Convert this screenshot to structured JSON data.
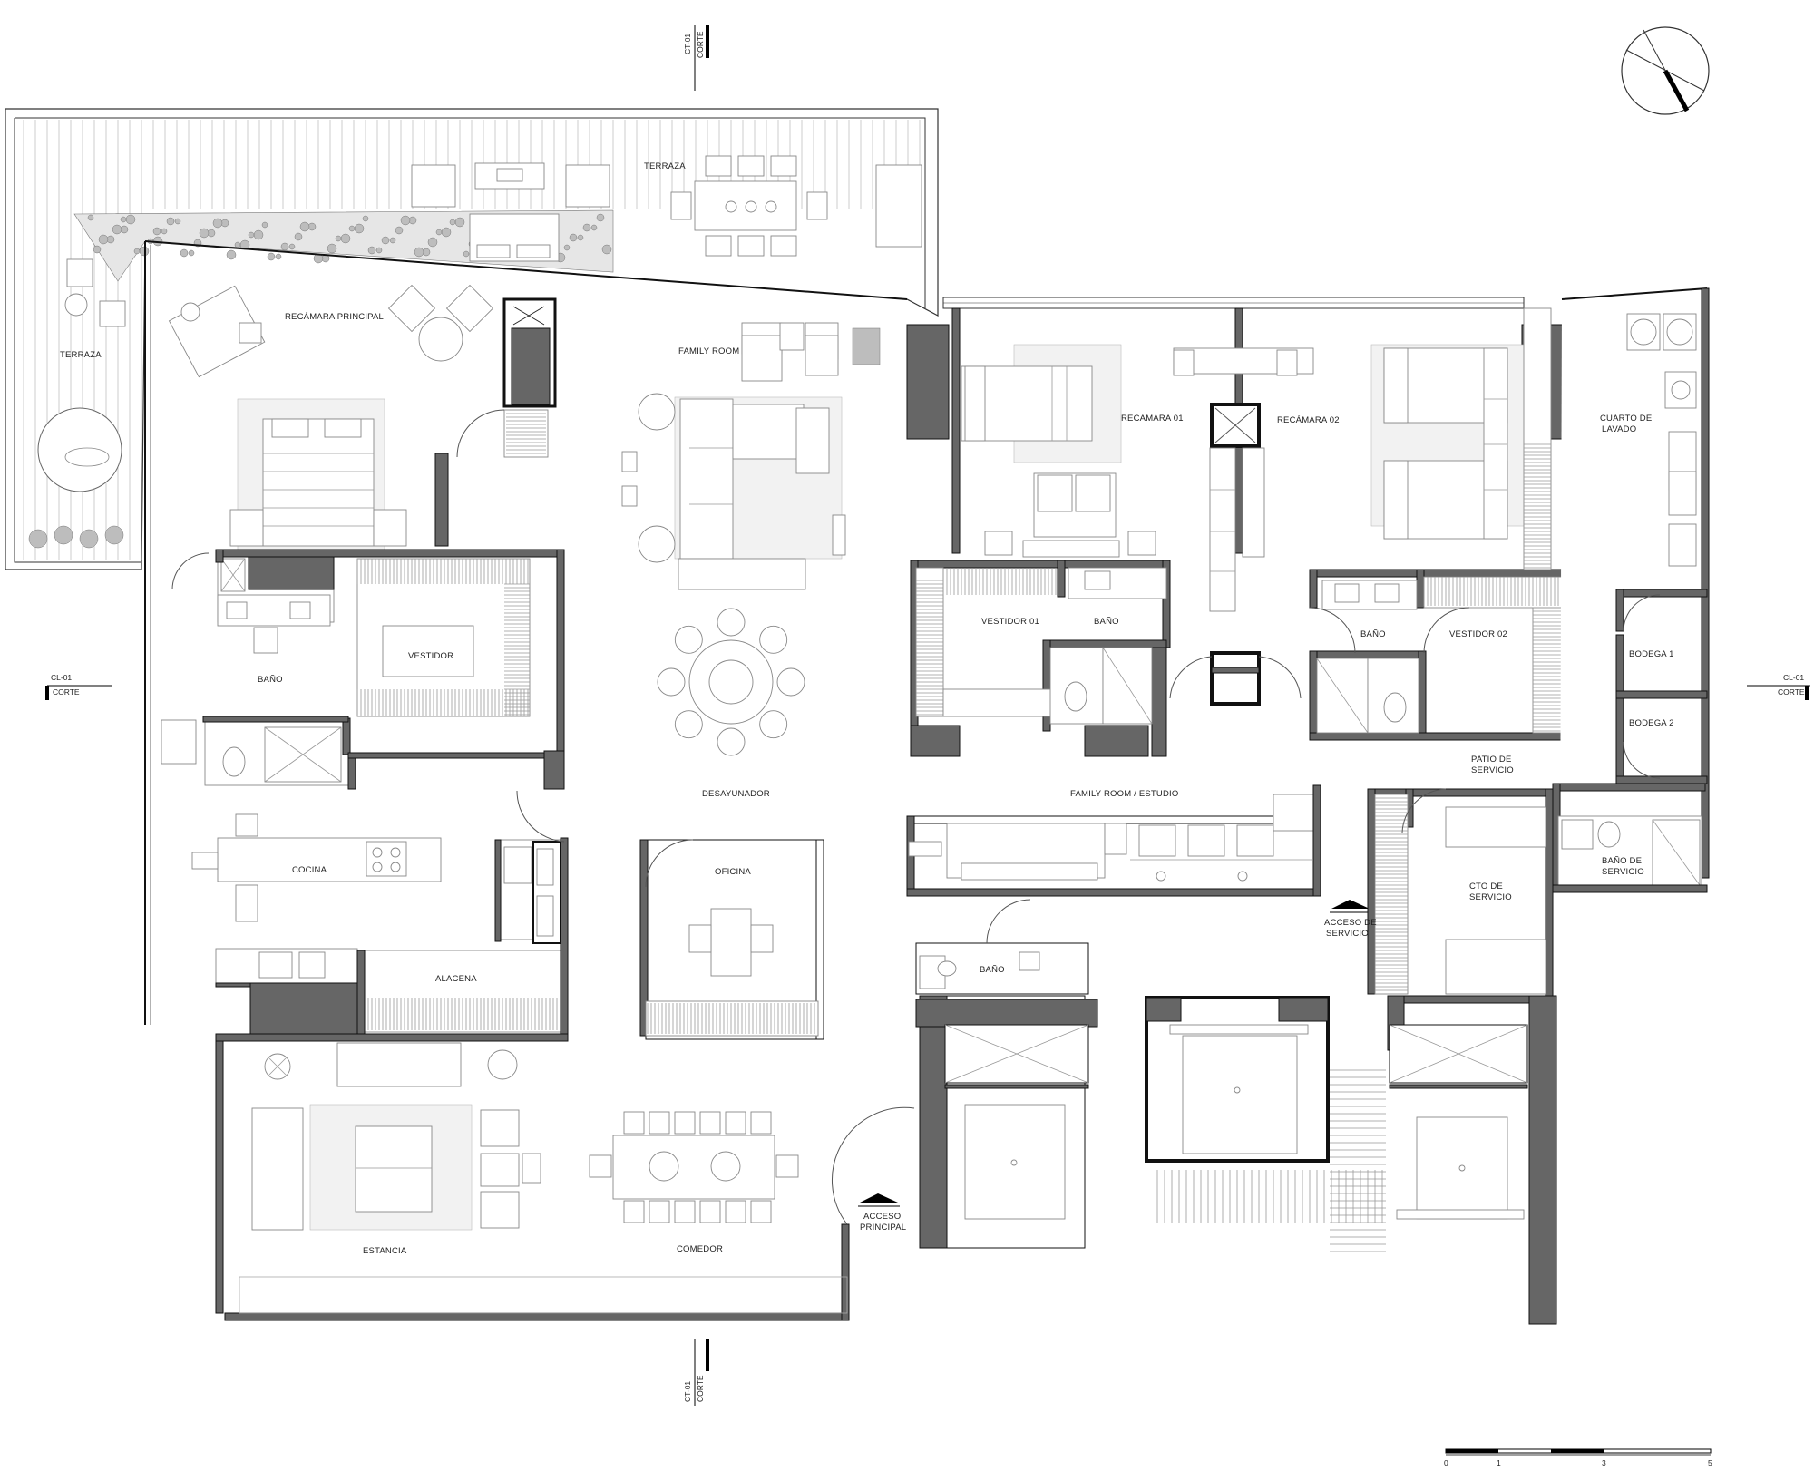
{
  "rooms": {
    "terraza_top": "TERRAZA",
    "terraza_left": "TERRAZA",
    "recamara_principal": "RECÁMARA PRINCIPAL",
    "family_room": "FAMILY ROOM",
    "recamara_01": "RECÁMARA 01",
    "recamara_02": "RECÁMARA 02",
    "cuarto_lavado_1": "CUARTO DE",
    "cuarto_lavado_2": "LAVADO",
    "vestidor": "VESTIDOR",
    "bano_principal": "BAÑO",
    "vestidor_01": "VESTIDOR 01",
    "bano_01": "BAÑO",
    "bano_02": "BAÑO",
    "vestidor_02": "VESTIDOR 02",
    "bodega_1": "BODEGA 1",
    "bodega_2": "BODEGA 2",
    "patio_servicio_1": "PATIO DE",
    "patio_servicio_2": "SERVICIO",
    "desayunador": "DESAYUNADOR",
    "family_room_estudio": "FAMILY ROOM / ESTUDIO",
    "cocina": "COCINA",
    "oficina": "OFICINA",
    "alacena": "ALACENA",
    "bano_servicio_1": "BAÑO DE",
    "bano_servicio_2": "SERVICIO",
    "cto_servicio_1": "CTO DE",
    "cto_servicio_2": "SERVICIO",
    "bano_visitas": "BAÑO",
    "acceso_servicio_1": "ACCESO DE",
    "acceso_servicio_2": "SERVICIO",
    "acceso_principal_1": "ACCESO",
    "acceso_principal_2": "PRINCIPAL",
    "estancia": "ESTANCIA",
    "comedor": "COMEDOR"
  },
  "section_marks": {
    "top_code": "CT-01",
    "top_word": "CORTE",
    "bottom_code": "CT-01",
    "bottom_word": "CORTE",
    "left_code": "CL-01",
    "left_word": "CORTE",
    "right_code": "CL-01",
    "right_word": "CORTE"
  },
  "scale_bar": {
    "ticks": [
      "0",
      "1",
      "3",
      "5"
    ]
  },
  "icons": {
    "north_arrow": "north-arrow-icon"
  },
  "colors": {
    "wall_fill": "#666666",
    "line": "#111111",
    "furniture": "#888888"
  }
}
